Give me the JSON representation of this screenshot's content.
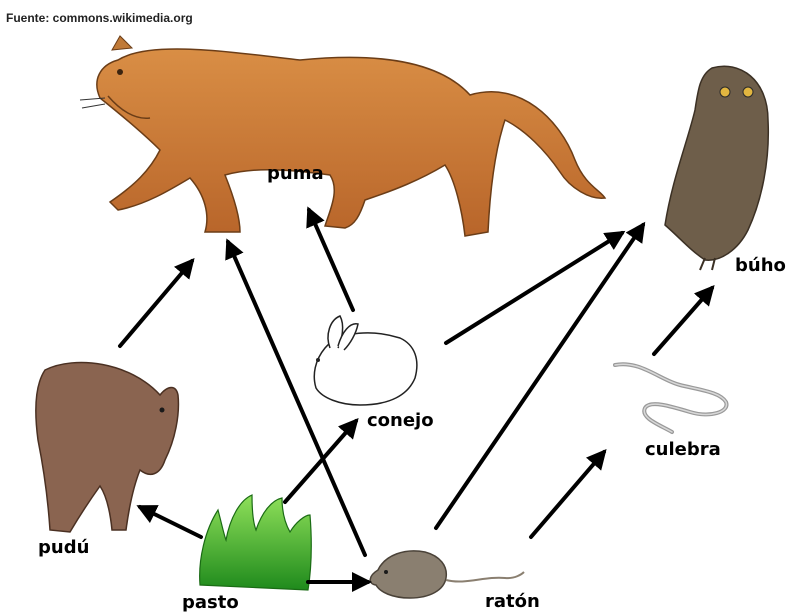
{
  "source_note": "Fuente: commons.wikimedia.org",
  "organisms": {
    "puma": {
      "label": "puma"
    },
    "buho": {
      "label": "búho"
    },
    "conejo": {
      "label": "conejo"
    },
    "pudu": {
      "label": "pudú"
    },
    "culebra": {
      "label": "culebra"
    },
    "pasto": {
      "label": "pasto"
    },
    "raton": {
      "label": "ratón"
    }
  },
  "food_chain_links": [
    {
      "from": "pasto",
      "to": "pudu"
    },
    {
      "from": "pasto",
      "to": "conejo"
    },
    {
      "from": "pasto",
      "to": "raton"
    },
    {
      "from": "pudu",
      "to": "puma"
    },
    {
      "from": "conejo",
      "to": "puma"
    },
    {
      "from": "raton",
      "to": "puma"
    },
    {
      "from": "conejo",
      "to": "buho"
    },
    {
      "from": "raton",
      "to": "buho"
    },
    {
      "from": "raton",
      "to": "culebra"
    },
    {
      "from": "culebra",
      "to": "buho"
    }
  ],
  "colors": {
    "arrow": "#000000",
    "puma": "#c97b3a",
    "owl": "#6e5e4a",
    "pudu": "#8a6450",
    "grass": "#3fb52a",
    "snake": "#9a9a9a",
    "mouse": "#8a7f70"
  }
}
